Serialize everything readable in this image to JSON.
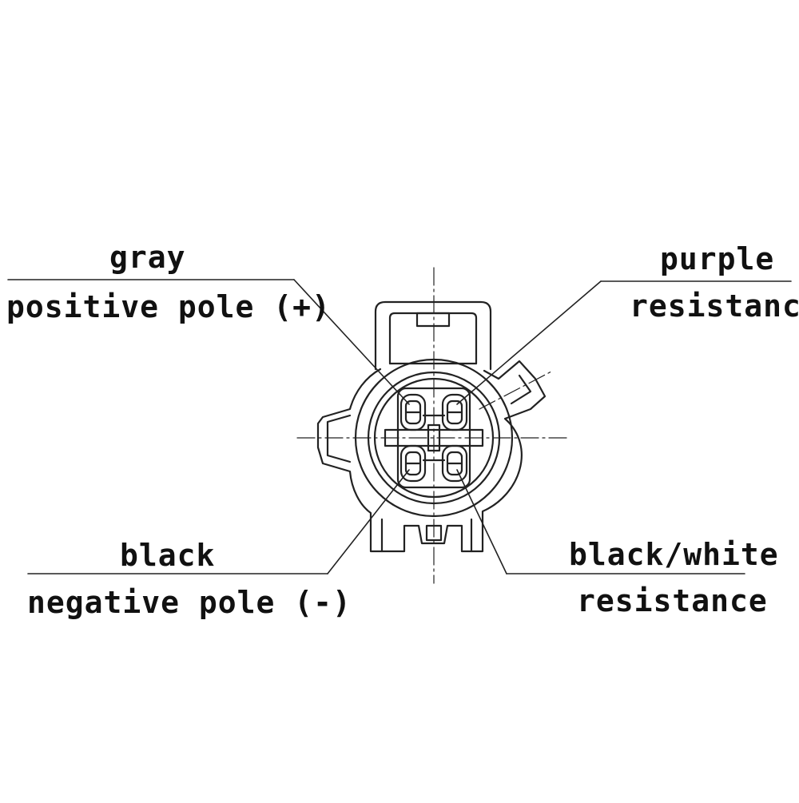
{
  "labels": {
    "gray": {
      "color": "gray",
      "role": "positive pole (+)"
    },
    "purple": {
      "color": "purple",
      "role": "resistance"
    },
    "black": {
      "color": "black",
      "role": "negative pole (-)"
    },
    "black_white": {
      "color": "black/white",
      "role": "resistance"
    }
  },
  "colors": {
    "line": "#222222",
    "text": "#111111",
    "background": "#ffffff"
  }
}
